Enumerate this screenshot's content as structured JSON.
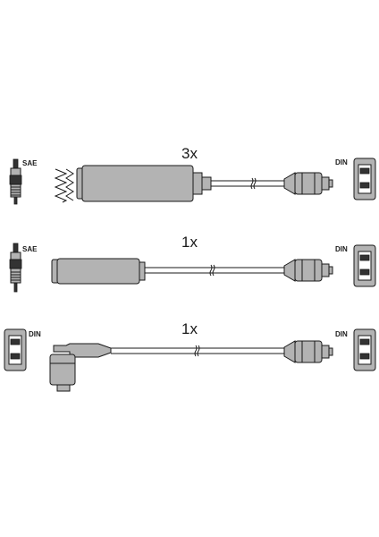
{
  "sets": [
    {
      "quantity": "3x",
      "left_standard": "SAE",
      "right_standard": "DIN"
    },
    {
      "quantity": "1x",
      "left_standard": "SAE",
      "right_standard": "DIN"
    },
    {
      "quantity": "1x",
      "left_standard": "DIN",
      "right_standard": "DIN"
    }
  ],
  "colors": {
    "part_fill": "#b3b3b3",
    "outline": "#1a1a1a"
  }
}
